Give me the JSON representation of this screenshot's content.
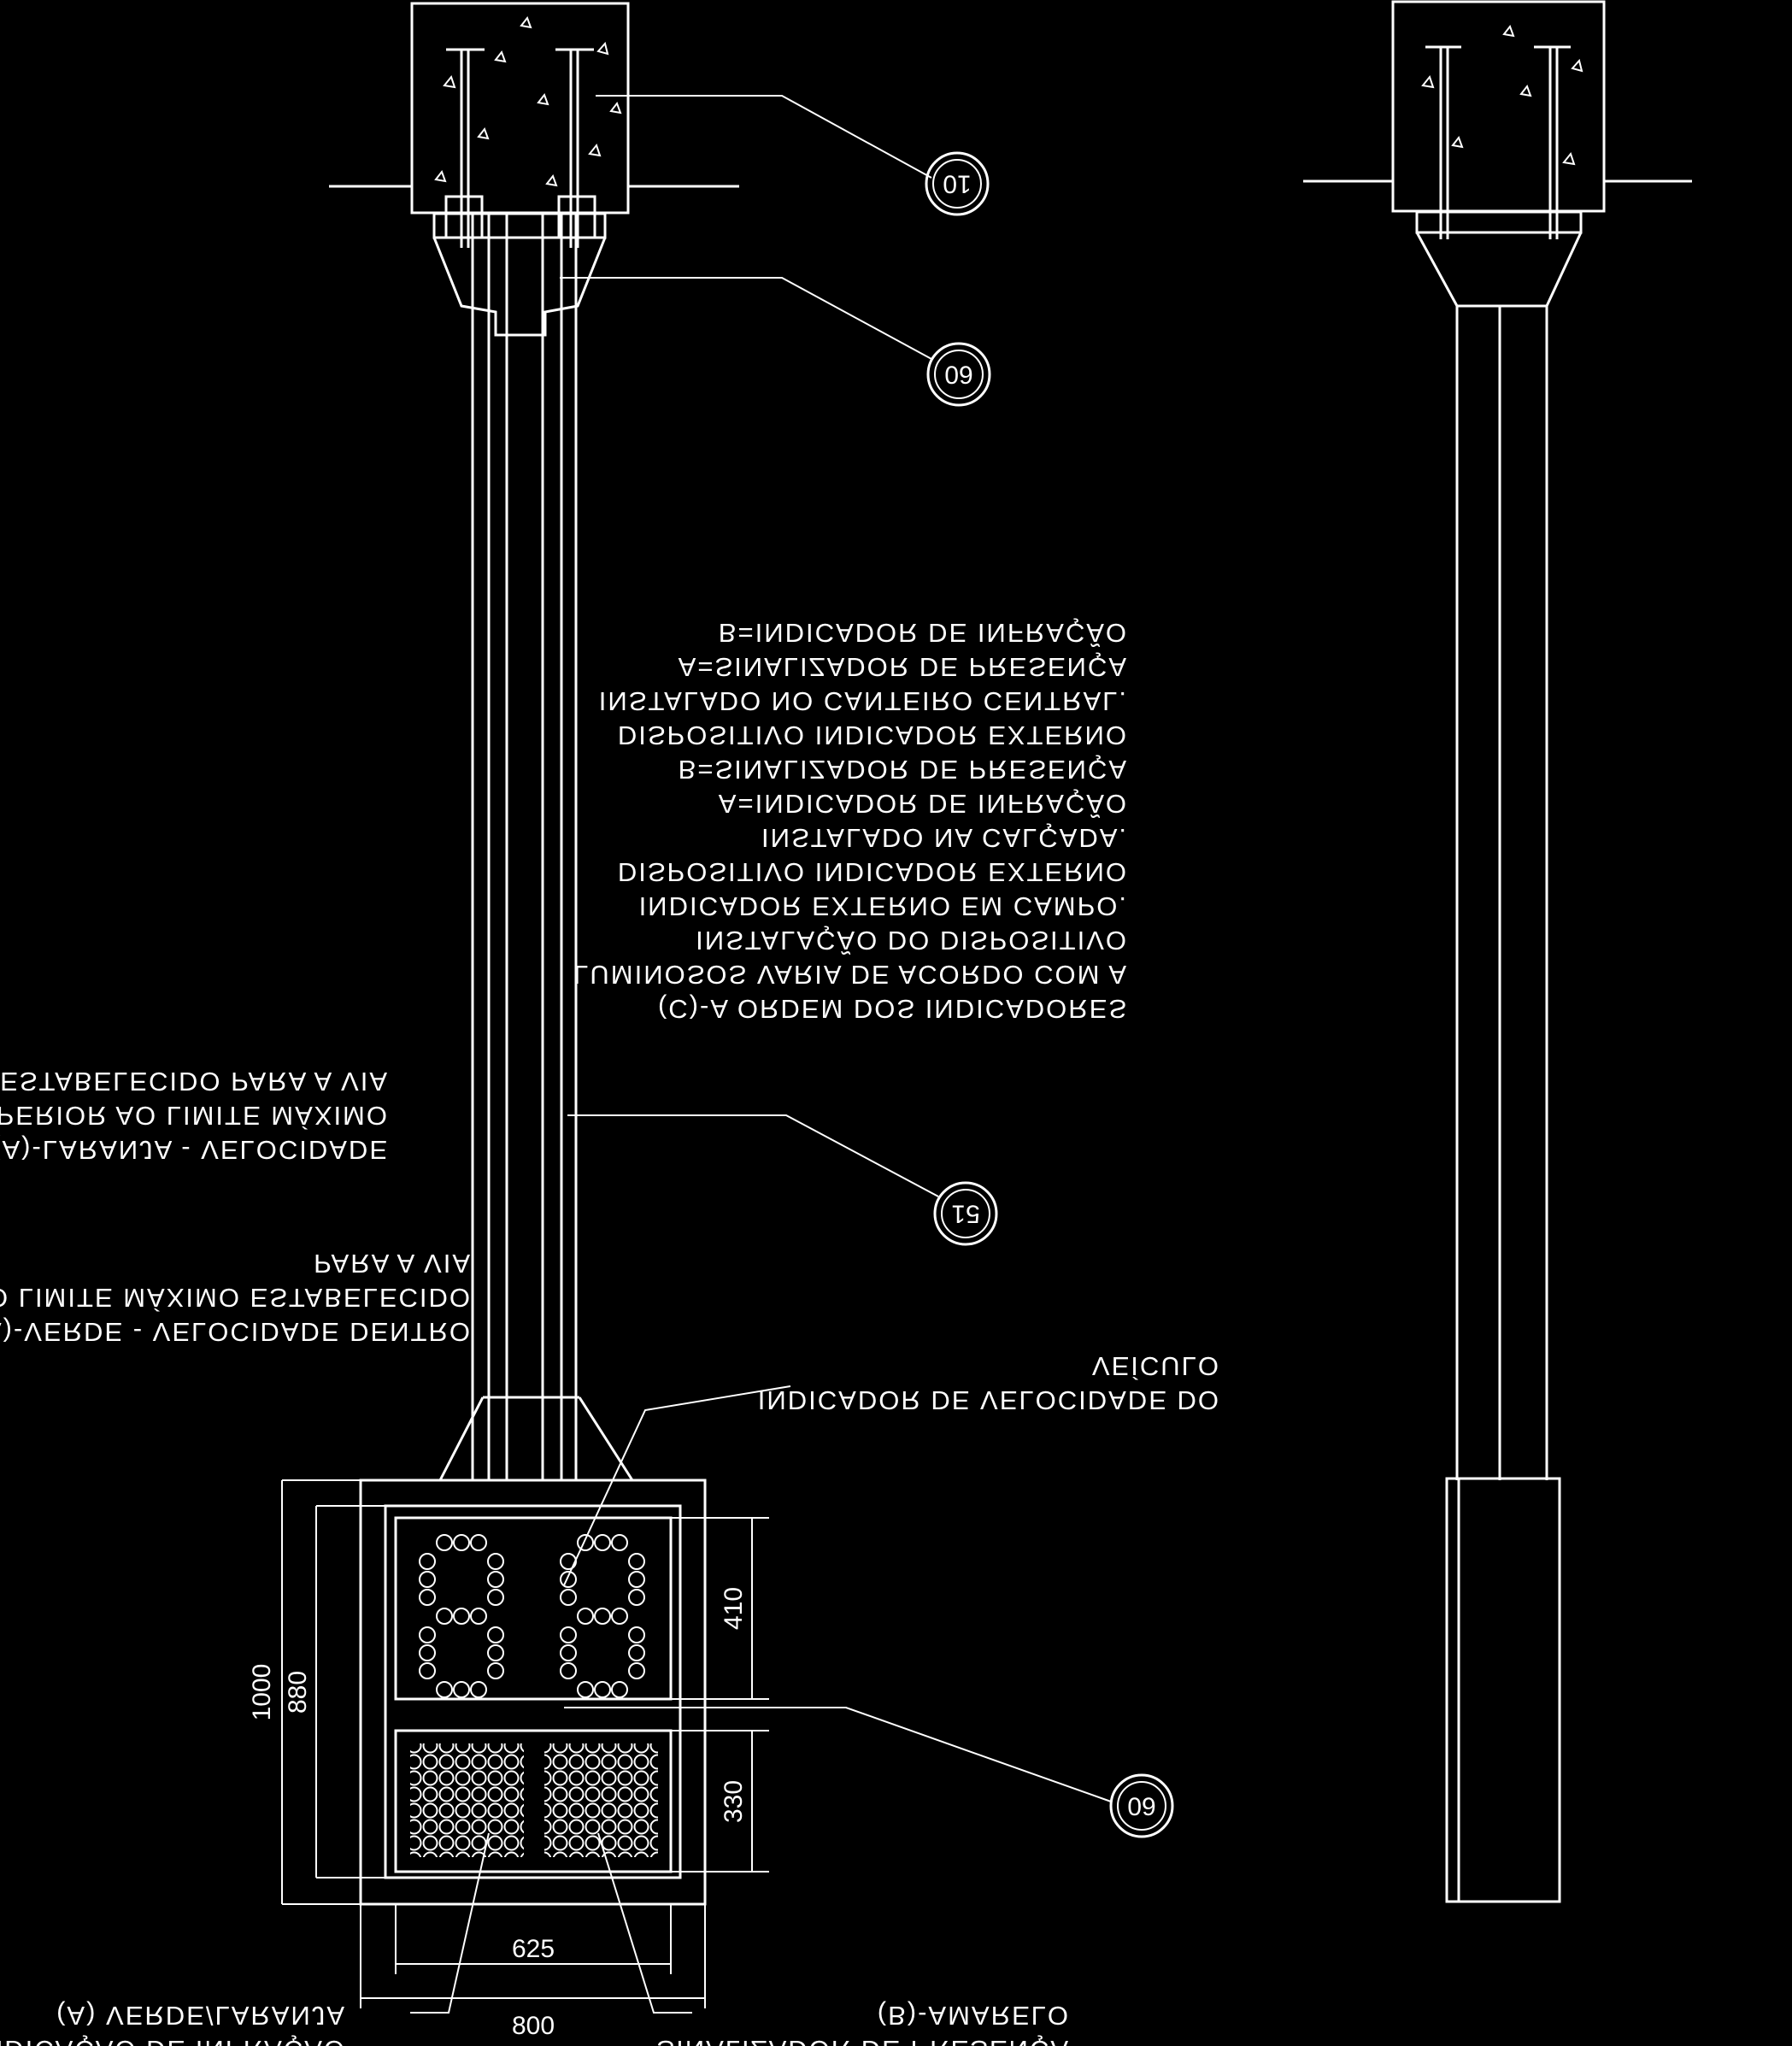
{
  "callouts": {
    "c1": "10",
    "c2": "60",
    "c3": "51",
    "c4": "60"
  },
  "notes": {
    "general": [
      "(C)-A ORDEM DOS INDICADORES",
      "LUMINOSOS VARIA DE ACORDO COM A",
      "INSTALAÇÃO DO DISPOSITIVO",
      "INDICADOR EXTERNO EM CAMPO.",
      "DISPOSITIVO INDICADOR EXTERNO",
      "INSTALADO NA CALÇADA.",
      "A=INDICADOR DE INFRAÇÃO",
      "B=SINALIZADOR DE PRESENÇA",
      "DISPOSITIVO INDICADOR EXTERNO",
      "INSTALADO NO CANTEIRO CENTRAL.",
      "A=SINALIZADOR DE PRESENÇA",
      "B=INDICADOR DE INFRAÇÃO"
    ],
    "orange": [
      "(A)-LARANJA - VELOCIDADE",
      "SUPERIOR AO LIMITE MÁXIMO",
      "ESTABELECIDO PARA A VIA"
    ],
    "green": [
      "(A)-VERDE - VELOCIDADE DENTRO",
      "DO LIMITE MÁXIMO ESTABELECIDO",
      "PARA A VIA"
    ],
    "speed_indicator": [
      "INDICADOR DE VELOCIDADE DO",
      "VEÍCULO"
    ],
    "infraction": [
      "INDICAÇÃO DE INFRAÇÃO",
      "(A) VERDE/LARANJA"
    ],
    "presence": [
      "SINALIZADOR DE PRESENÇA",
      "(B)-AMARELO"
    ]
  },
  "dimensions": {
    "total_height": "1000",
    "inner_height": "880",
    "digit_panel_height": "410",
    "led_panel_height": "330",
    "inner_width": "625",
    "total_width": "800"
  }
}
